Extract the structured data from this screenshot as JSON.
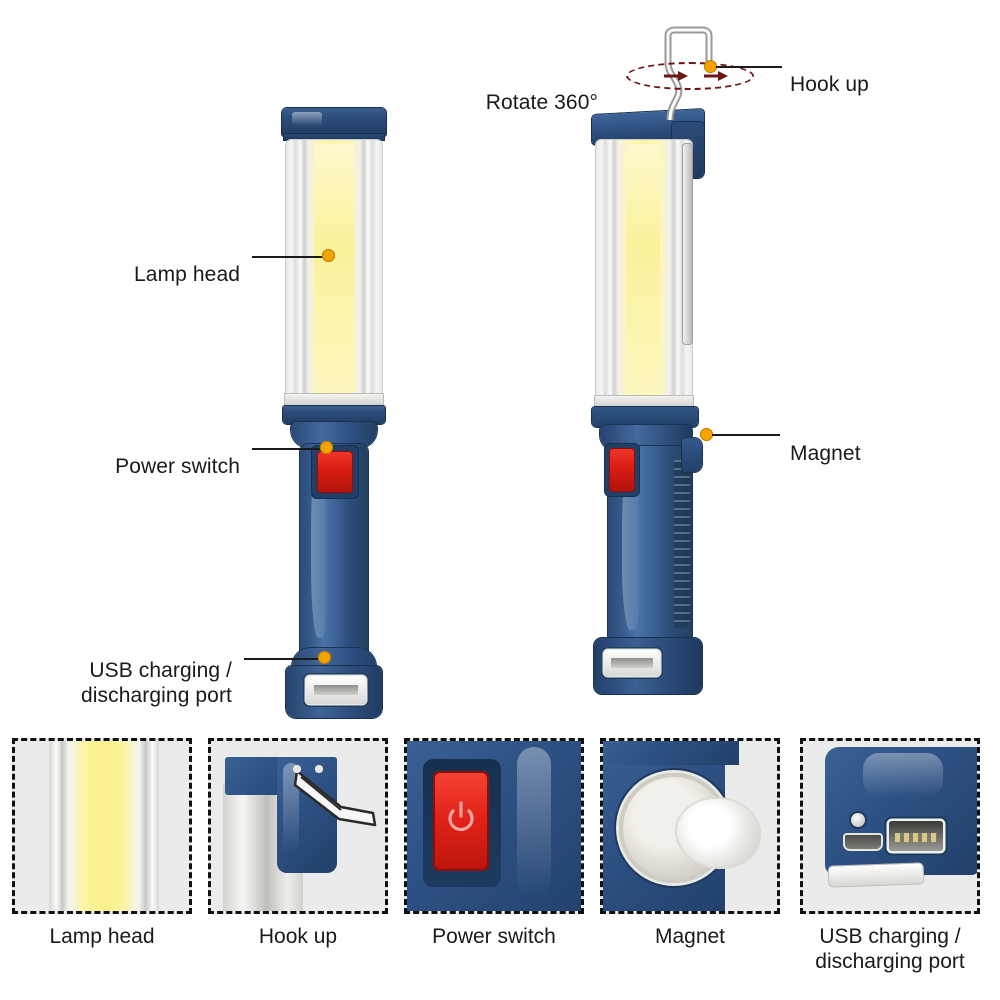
{
  "diagram": {
    "title": "Rechargeable COB work light feature callouts",
    "accent_dot_color": "#f4a300",
    "body_color": "#2d5082",
    "switch_color": "#d81d13",
    "cob_color": "#fcf3a8",
    "panel_bg": "#ebebeb"
  },
  "callouts": {
    "lamp_head": "Lamp head",
    "power_switch": "Power switch",
    "usb_port": "USB charging /\ndischarging port",
    "rotate": "Rotate 360°",
    "hook_up": "Hook up",
    "magnet": "Magnet"
  },
  "thumbnails": [
    {
      "id": "lamp-head",
      "caption": "Lamp head"
    },
    {
      "id": "hook-up",
      "caption": "Hook up"
    },
    {
      "id": "power-switch",
      "caption": "Power switch"
    },
    {
      "id": "magnet",
      "caption": "Magnet"
    },
    {
      "id": "usb-port",
      "caption": "USB charging /\ndischarging port"
    }
  ],
  "icons": {
    "dot": "callout-dot",
    "power_symbol": "power-symbol-icon",
    "rotation_arrows": "rotation-arrow-icon"
  }
}
